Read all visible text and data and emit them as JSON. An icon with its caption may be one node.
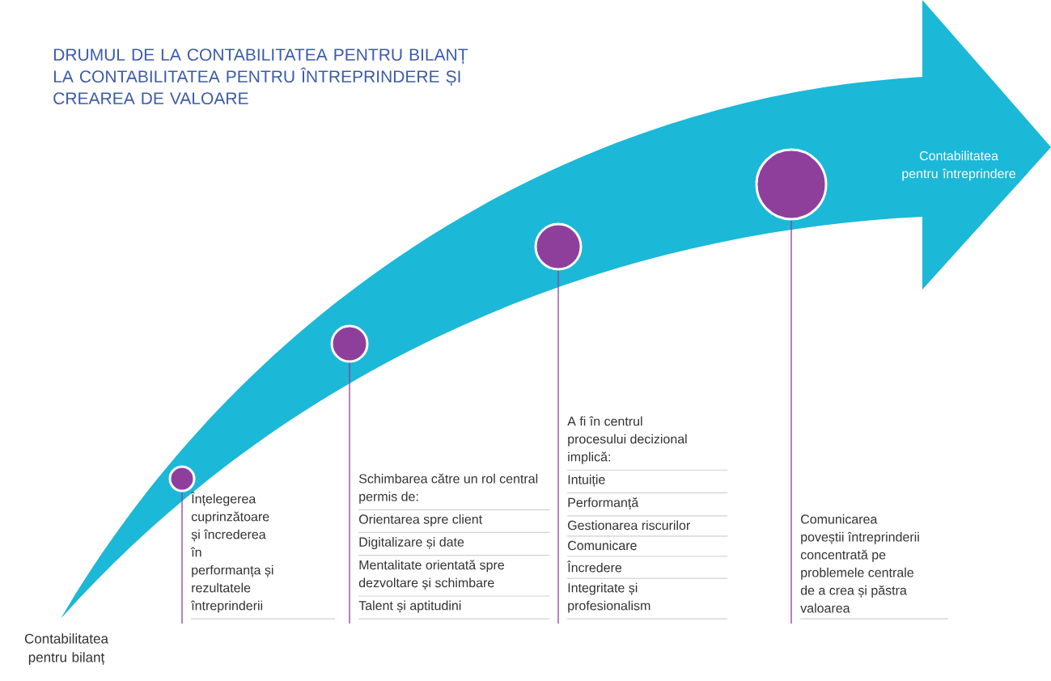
{
  "diagram": {
    "title": "DRUMUL DE LA CONTABILITATEA PENTRU BILANȚ LA CONTABILITATEA PENTRU ÎNTREPRINDERE ȘI CREAREA DE VALOARE",
    "nodes": [
      {
        "text": [
          "Contabilitatea pentru întreprindere"
        ]
      },
      {
        "text": [],
        "shape": "circle",
        "in": 0
      },
      {
        "text": [],
        "shape": "circle",
        "in": 0
      },
      {
        "text": [],
        "shape": "circle",
        "in": 0
      },
      {
        "text": [],
        "shape": "circle",
        "in": 0
      },
      {
        "text": [
          "Înțelegerea cuprinzătoare și încrederea în performanța și rezultatele întreprinderii"
        ]
      },
      {
        "text": [
          "Schimbarea către un rol central permis de:",
          "Orientarea spre client",
          "Digitalizare și date",
          "Mentalitate orientată spre dezvoltare și schimbare",
          "Talent și aptitudini"
        ]
      },
      {
        "text": [
          "A fi în centrul procesului decizional implică:",
          "Intuiție",
          "Performanță",
          "Gestionarea riscurilor",
          "Comunicare",
          "Încredere",
          "Integritate și profesionalism"
        ]
      },
      {
        "text": [
          "Comunicarea poveștii întreprinderii concentrată pe problemele centrale de a crea și păstra valoarea"
        ]
      }
    ],
    "edges": [
      {
        "from": 1,
        "to": 5,
        "arrow": "none"
      },
      {
        "from": 2,
        "to": 6,
        "arrow": "none"
      },
      {
        "from": 3,
        "to": 7,
        "arrow": "none"
      },
      {
        "from": 4,
        "to": 8,
        "arrow": "none"
      }
    ],
    "labels": [
      "Contabilitatea pentru bilanț"
    ]
  }
}
